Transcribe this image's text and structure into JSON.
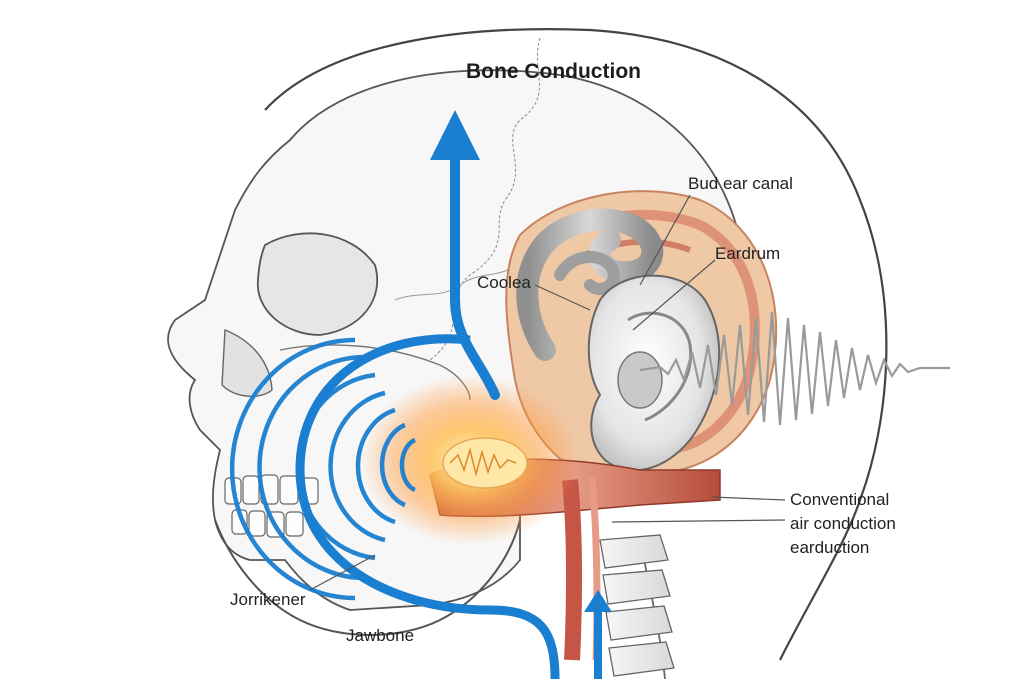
{
  "title": "Bone Conduction",
  "labels": {
    "bud_ear_canal": "Bud ear canal",
    "eardrum": "Eardrum",
    "coolea": "Coolea",
    "jorrikener": "Jorrikener",
    "jawbone": "Jawbone",
    "conventional": [
      "Conventional",
      "air conduction",
      "earduction"
    ]
  },
  "colors": {
    "bone_wave_blue": "#1a7fd0",
    "cochlea_tan": "#e9c09c",
    "tissue_red": "#c96a55",
    "glow": "#ffb54d",
    "sound_wave_gray": "#9a9a9a"
  }
}
